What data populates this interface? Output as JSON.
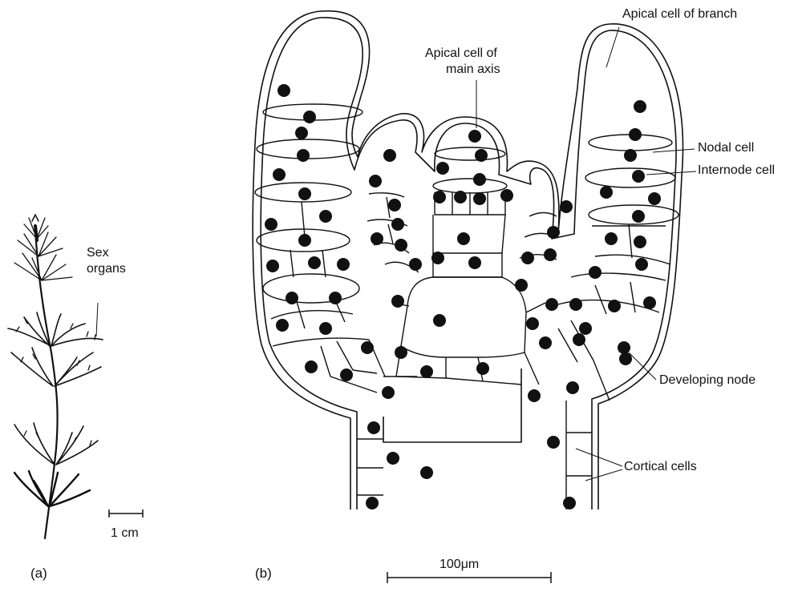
{
  "panel_a": {
    "label": "(a)",
    "annotation": "Sex organs",
    "annotation_lines": [
      "Sex",
      "organs"
    ],
    "scale_label": "1 cm"
  },
  "panel_b": {
    "label": "(b)",
    "scale_label": "100μm",
    "annotations": {
      "apical_branch": "Apical cell of branch",
      "apical_main_line1": "Apical cell of",
      "apical_main_line2": "main axis",
      "nodal_cell": "Nodal cell",
      "internode_cell": "Internode cell",
      "developing_node": "Developing node",
      "cortical_cells": "Cortical cells"
    }
  },
  "colors": {
    "ink": "#111111",
    "background": "#ffffff"
  }
}
